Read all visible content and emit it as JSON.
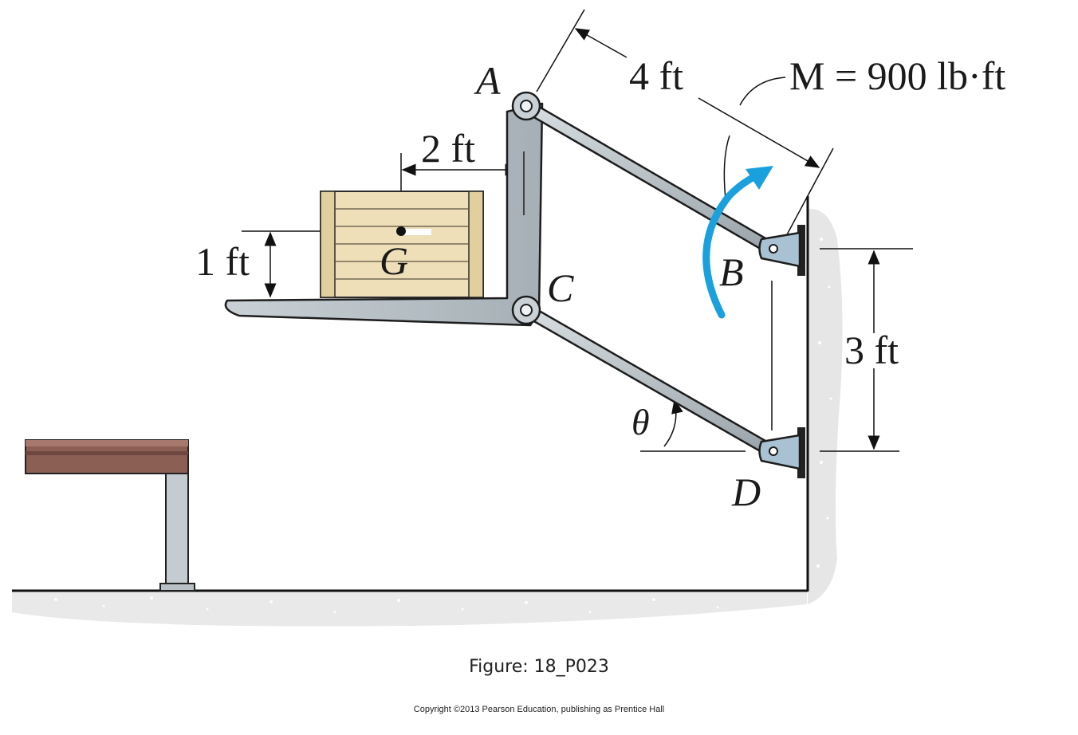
{
  "diagram": {
    "points": {
      "A": "A",
      "B": "B",
      "C": "C",
      "D": "D",
      "G": "G"
    },
    "dimensions": {
      "ab_length": "4 ft",
      "g_to_a": "2 ft",
      "g_height": "1 ft",
      "bd_spacing": "3 ft"
    },
    "moment_label": "M = 900 lb·ft",
    "angle_label": "θ",
    "moment_arrow_color": "#1aa0dc",
    "crate_color": "#eedfb8",
    "beam_color": "#8c5f55"
  },
  "caption": "Figure: 18_P023",
  "copyright": "Copyright ©2013 Pearson Education, publishing as Prentice Hall"
}
